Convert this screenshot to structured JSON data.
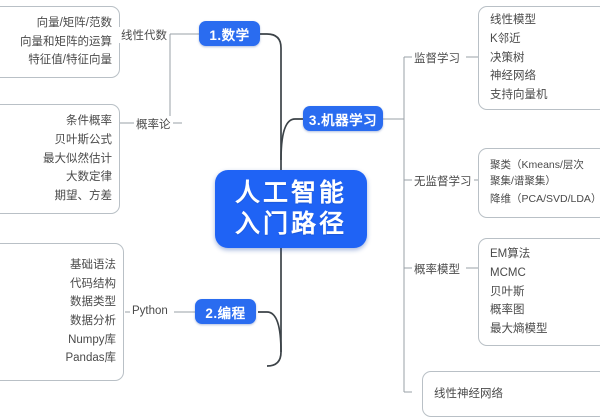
{
  "mindmap": {
    "title": "人工智能入门路径",
    "central": {
      "line1": "人工智能",
      "line2": "入门路径",
      "color": "#1f63f5"
    },
    "accent_color": "#2a6cf0",
    "box_border_color": "#b9c0c6",
    "text_color": "#4a4a4a",
    "background": "#ffffff",
    "branches": [
      {
        "id": "math",
        "label": "1.数学",
        "children": [
          {
            "label": "线性代数",
            "items": [
              "向量/矩阵/范数",
              "向量和矩阵的运算",
              "特征值/特征向量"
            ]
          },
          {
            "label": "概率论",
            "items": [
              "条件概率",
              "贝叶斯公式",
              "最大似然估计",
              "大数定律",
              "期望、方差"
            ]
          }
        ]
      },
      {
        "id": "programming",
        "label": "2.编程",
        "children": [
          {
            "label": "Python",
            "items": [
              "基础语法",
              "代码结构",
              "数据类型",
              "数据分析",
              "Numpy库",
              "Pandas库"
            ]
          }
        ]
      },
      {
        "id": "machine-learning",
        "label": "3.机器学习",
        "children": [
          {
            "label": "监督学习",
            "items": [
              "线性模型",
              "K邻近",
              "决策树",
              "神经网络",
              "支持向量机"
            ]
          },
          {
            "label": "无监督学习",
            "items": [
              "聚类（Kmeans/层次",
              "聚集/谱聚集）",
              "降维（PCA/SVD/LDA）"
            ]
          },
          {
            "label": "概率模型",
            "items": [
              "EM算法",
              "MCMC",
              "贝叶斯",
              "概率图",
              "最大熵模型"
            ]
          },
          {
            "label": "",
            "items": [
              "线性神经网络"
            ]
          }
        ]
      }
    ]
  }
}
